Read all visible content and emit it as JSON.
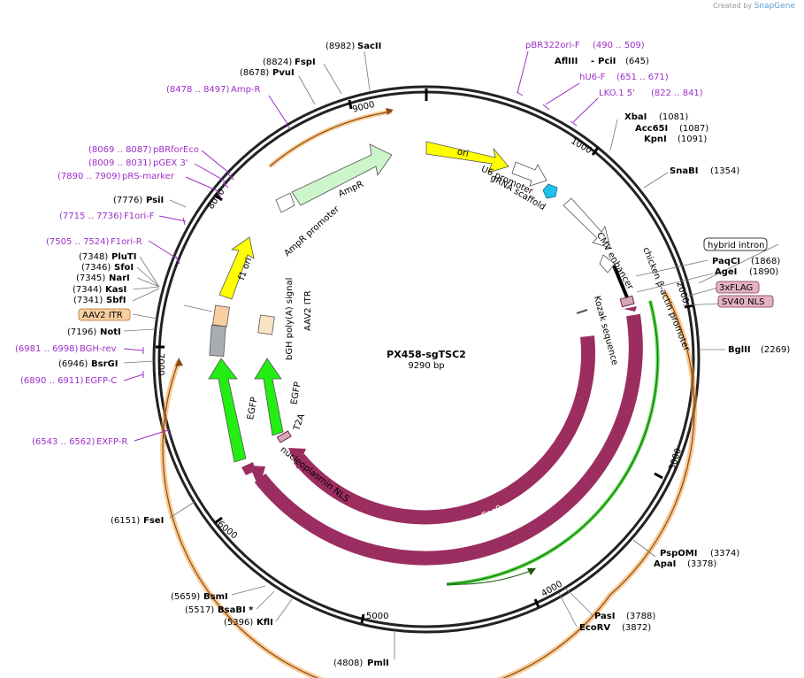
{
  "credit": {
    "prefix": "Created by",
    "brand": "SnapGene"
  },
  "plasmid": {
    "name": "PX458-sgTSC2",
    "size": "9290 bp"
  },
  "ticks": [
    "1000",
    "2000",
    "3000",
    "4000",
    "5000",
    "6000",
    "7000",
    "8000",
    "9000"
  ],
  "enzymes": [
    {
      "name": "SacII",
      "pos": "(8982)"
    },
    {
      "name": "FspI",
      "pos": "(8824)"
    },
    {
      "name": "PvuI",
      "pos": "(8678)"
    },
    {
      "name": "AflIII",
      "pos": ""
    },
    {
      "name": "PciI",
      "pos": "(645)"
    },
    {
      "name": "XbaI",
      "pos": "(1081)"
    },
    {
      "name": "Acc65I",
      "pos": "(1087)"
    },
    {
      "name": "KpnI",
      "pos": "(1091)"
    },
    {
      "name": "SnaBI",
      "pos": "(1354)"
    },
    {
      "name": "PaqCI",
      "pos": "(1868)"
    },
    {
      "name": "AgeI",
      "pos": "(1890)"
    },
    {
      "name": "BglII",
      "pos": "(2269)"
    },
    {
      "name": "PspOMI",
      "pos": "(3374)"
    },
    {
      "name": "ApaI",
      "pos": "(3378)"
    },
    {
      "name": "PasI",
      "pos": "(3788)"
    },
    {
      "name": "EcoRV",
      "pos": "(3872)"
    },
    {
      "name": "PmlI",
      "pos": "(4808)"
    },
    {
      "name": "KflI",
      "pos": "(5396)"
    },
    {
      "name": "BsaBI *",
      "pos": "(5517)"
    },
    {
      "name": "BsmI",
      "pos": "(5659)"
    },
    {
      "name": "FseI",
      "pos": "(6151)"
    },
    {
      "name": "BsrGI",
      "pos": "(6946)"
    },
    {
      "name": "NotI",
      "pos": "(7196)"
    },
    {
      "name": "SbfI",
      "pos": "(7341)"
    },
    {
      "name": "KasI",
      "pos": "(7344)"
    },
    {
      "name": "NarI",
      "pos": "(7345)"
    },
    {
      "name": "SfoI",
      "pos": "(7346)"
    },
    {
      "name": "PluTI",
      "pos": "(7348)"
    },
    {
      "name": "PsiI",
      "pos": "(7776)"
    }
  ],
  "primers": [
    {
      "name": "pBR322ori-F",
      "range": "(490 .. 509)"
    },
    {
      "name": "hU6-F",
      "range": "(651 .. 671)"
    },
    {
      "name": "LKO.1 5'",
      "range": "(822 .. 841)"
    },
    {
      "name": "Amp-R",
      "range": "(8478 .. 8497)"
    },
    {
      "name": "pBRforEco",
      "range": "(8069 .. 8087)"
    },
    {
      "name": "pGEX 3'",
      "range": "(8009 .. 8031)"
    },
    {
      "name": "pRS-marker",
      "range": "(7890 .. 7909)"
    },
    {
      "name": "F1ori-F",
      "range": "(7715 .. 7736)"
    },
    {
      "name": "F1ori-R",
      "range": "(7505 .. 7524)"
    },
    {
      "name": "BGH-rev",
      "range": "(6981 .. 6998)"
    },
    {
      "name": "EGFP-C",
      "range": "(6890 .. 6911)"
    },
    {
      "name": "EXFP-R",
      "range": "(6543 .. 6562)"
    }
  ],
  "feature_boxes": {
    "hybrid_intron": "hybrid intron",
    "flag": "3xFLAG",
    "sv40": "SV40 NLS",
    "aav2": "AAV2 ITR"
  },
  "features": {
    "ori": "ori",
    "u6": "U6 promoter",
    "grna": "gRNA scaffold",
    "cmv": "CMV enhancer",
    "cba": "chicken β-actin promoter",
    "kozak": "Kozak sequence",
    "cas9": "Cas9",
    "ampr": "AmpR",
    "ampr_promoter": "AmpR promoter",
    "f1ori": "f1 ori",
    "bgh": "bGH poly(A) signal",
    "aav2": "AAV2 ITR",
    "egfp": "EGFP",
    "t2a": "T2A",
    "nls": "nucleoplasmin NLS"
  },
  "colors": {
    "cas9": "#9b2d60",
    "egfp": "#22ee11",
    "ori": "#ffff00",
    "ampr": "#ccf5c9",
    "primer": "#9b2fc7",
    "orange": "#f3a03b",
    "aav2": "#f8cfa0"
  }
}
